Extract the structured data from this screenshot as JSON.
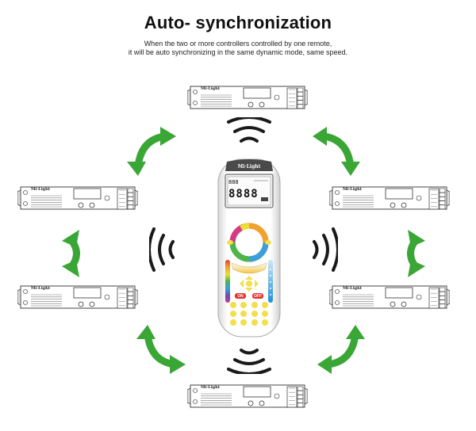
{
  "header": {
    "title": "Auto- synchronization",
    "subtitle_line1": "When the two or more controllers controlled by one remote,",
    "subtitle_line2": "it will be auto synchronizing in the same dynamic mode, same speed."
  },
  "controller": {
    "brand": "Mi·Light"
  },
  "remote": {
    "brand": "Mi·Light",
    "lcd_small": "888",
    "lcd_digits": "8888",
    "key_on": "ON",
    "key_off": "OFF"
  },
  "colors": {
    "arrow_green": "#3aa635",
    "remote_body": "#ffffff",
    "remote_header": "#5a5a5a",
    "key_yellow": "#f3de4e",
    "key_red": "#e2312a",
    "slider_blue": "#1f8fd6"
  }
}
